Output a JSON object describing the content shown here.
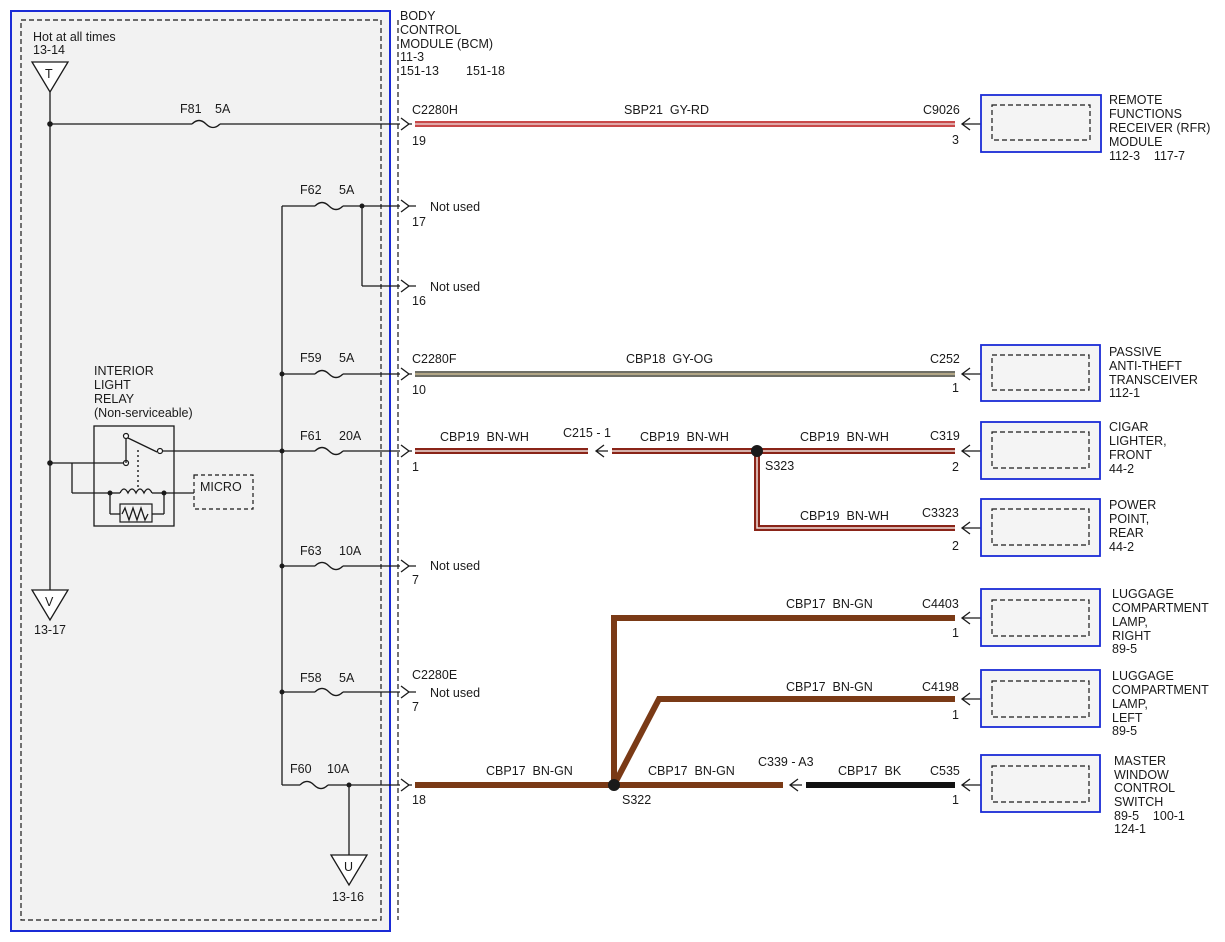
{
  "colors": {
    "gy_rd": "#c84a4a",
    "gy_og": "#6f6f66",
    "bn_wh": "#8a2418",
    "bn_gn": "#7a3a16",
    "bk": "#111111",
    "box_border": "#1a2bd6"
  },
  "power_panel": {
    "hot_label": "Hot at all times",
    "hot_ref": "13-14",
    "connectors": {
      "top": "T",
      "left": "V",
      "bottom": "U"
    },
    "left_ref": "13-17",
    "bottom_ref": "13-16"
  },
  "relay": {
    "title_lines": [
      "INTERIOR",
      "LIGHT",
      "RELAY",
      "(Non-serviceable)"
    ],
    "micro_label": "MICRO"
  },
  "bcm": {
    "title_lines": [
      "BODY",
      "CONTROL",
      "MODULE (BCM)",
      "11-3"
    ],
    "refs": [
      "151-13",
      "151-18"
    ]
  },
  "fuses": {
    "f81": {
      "name": "F81",
      "rating": "5A"
    },
    "f62": {
      "name": "F62",
      "rating": "5A"
    },
    "f59": {
      "name": "F59",
      "rating": "5A"
    },
    "f61": {
      "name": "F61",
      "rating": "20A"
    },
    "f63": {
      "name": "F63",
      "rating": "10A"
    },
    "f58": {
      "name": "F58",
      "rating": "5A"
    },
    "f60": {
      "name": "F60",
      "rating": "10A"
    }
  },
  "circuits": {
    "sbp21": {
      "connector": "C2280H",
      "pin": "19",
      "label": "SBP21  GY-RD",
      "dest_connector": "C9026",
      "dest_pin": "3"
    },
    "notused17": {
      "text": "Not used",
      "pin": "17"
    },
    "notused16": {
      "text": "Not used",
      "pin": "16"
    },
    "cbp18": {
      "connector": "C2280F",
      "pin": "10",
      "label": "CBP18  GY-OG",
      "dest_connector": "C252",
      "dest_pin": "1"
    },
    "cbp19": {
      "pin": "1",
      "label_a": "CBP19  BN-WH",
      "inline_connector": "C215 - 1",
      "label_b": "CBP19  BN-WH",
      "splice": "S323",
      "label_c": "CBP19  BN-WH",
      "dest_connector_c": "C319",
      "dest_pin_c": "2",
      "label_d": "CBP19  BN-WH",
      "dest_connector_d": "C3323",
      "dest_pin_d": "2"
    },
    "notused7a": {
      "text": "Not used",
      "pin": "7"
    },
    "notused7b": {
      "connector": "C2280E",
      "text": "Not used",
      "pin": "7"
    },
    "cbp17": {
      "pin": "18",
      "label_a": "CBP17  BN-GN",
      "splice": "S322",
      "label_b": "CBP17  BN-GN",
      "inline_connector": "C339 - A3",
      "label_c": "CBP17  BK",
      "dest_connector_c": "C535",
      "dest_pin_c": "1",
      "label_r": "CBP17  BN-GN",
      "dest_connector_r": "C4403",
      "dest_pin_r": "1",
      "label_l": "CBP17  BN-GN",
      "dest_connector_l": "C4198",
      "dest_pin_l": "1"
    }
  },
  "components": {
    "rfr": {
      "lines": [
        "REMOTE",
        "FUNCTIONS",
        "RECEIVER (RFR)",
        "MODULE",
        "112-3    117-7"
      ]
    },
    "pats": {
      "lines": [
        "PASSIVE",
        "ANTI-THEFT",
        "TRANSCEIVER",
        "112-1"
      ]
    },
    "cigar": {
      "lines": [
        "CIGAR",
        "LIGHTER,",
        "FRONT",
        "44-2"
      ]
    },
    "power_point": {
      "lines": [
        "POWER",
        "POINT,",
        "REAR",
        "44-2"
      ]
    },
    "lamp_right": {
      "lines": [
        "LUGGAGE",
        "COMPARTMENT",
        "LAMP,",
        "RIGHT",
        "89-5"
      ]
    },
    "lamp_left": {
      "lines": [
        "LUGGAGE",
        "COMPARTMENT",
        "LAMP,",
        "LEFT",
        "89-5"
      ]
    },
    "window_switch": {
      "lines": [
        "MASTER",
        "WINDOW",
        "CONTROL",
        "SWITCH",
        "89-5    100-1",
        "124-1"
      ]
    }
  }
}
